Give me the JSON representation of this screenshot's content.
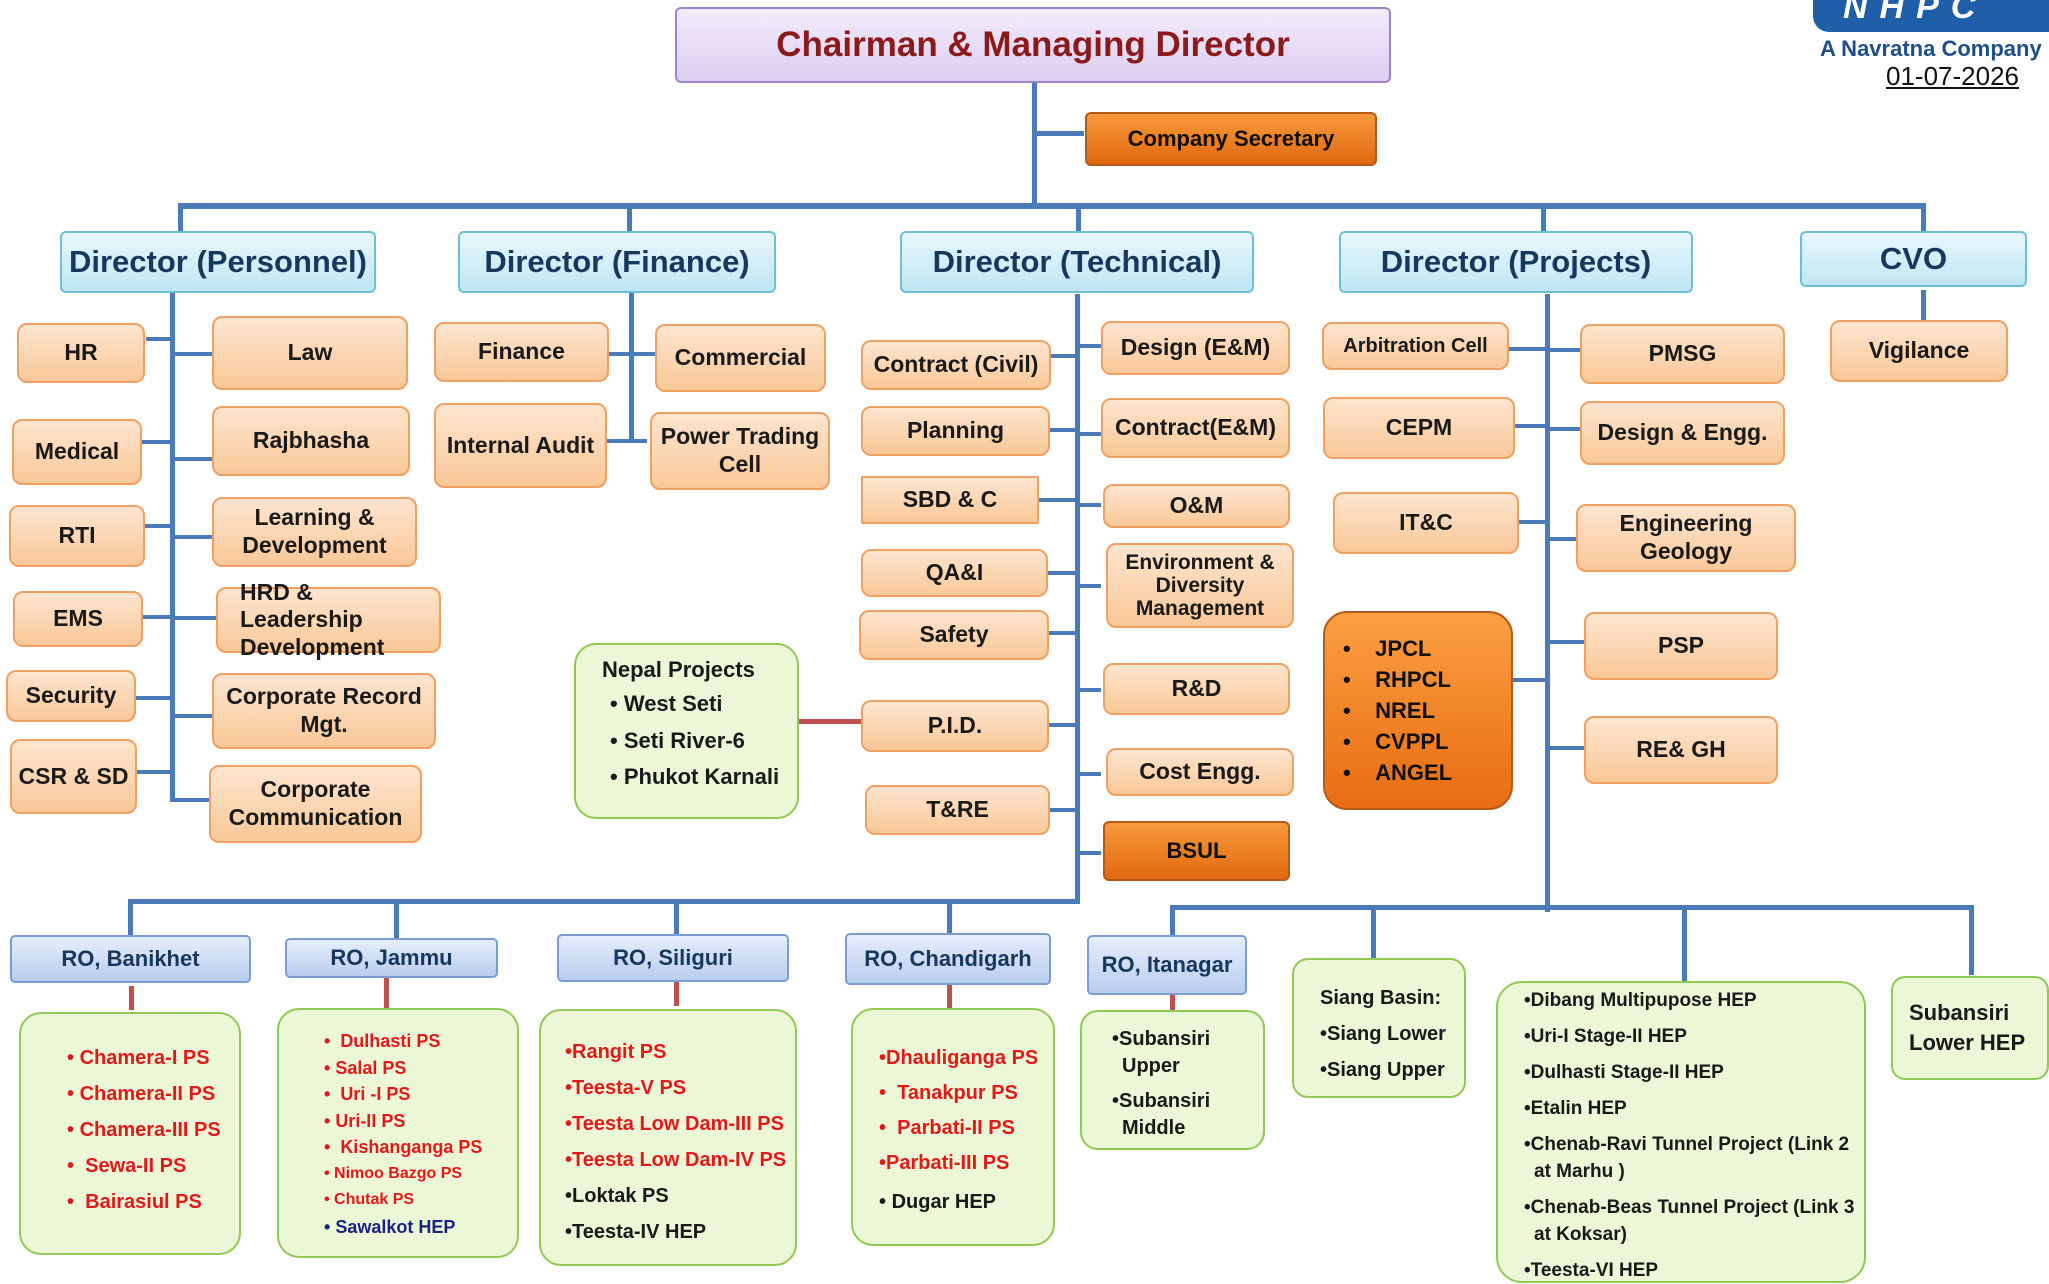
{
  "header": {
    "title": "Chairman & Managing Director",
    "tagline": "A Navratna Company",
    "date": "01-07-2026"
  },
  "company_secretary": "Company Secretary",
  "directors": {
    "personnel": "Director (Personnel)",
    "finance": "Director (Finance)",
    "technical": "Director (Technical)",
    "projects": "Director (Projects)",
    "cvo": "CVO"
  },
  "personnel": {
    "left": [
      "HR",
      "Medical",
      "RTI",
      "EMS",
      "Security",
      "CSR & SD"
    ],
    "right": [
      "Law",
      "Rajbhasha",
      "Learning & Development",
      "HRD & Leadership Development",
      "Corporate Record Mgt.",
      "Corporate Communication"
    ]
  },
  "finance": {
    "left": [
      "Finance",
      "Internal Audit"
    ],
    "right": [
      "Commercial",
      "Power Trading Cell"
    ]
  },
  "technical": {
    "left": [
      "Contract (Civil)",
      "Planning",
      "SBD & C",
      "QA&I",
      "Safety",
      "P.I.D.",
      "T&RE"
    ],
    "right": [
      "Design (E&M)",
      "Contract(E&M)",
      "O&M",
      "Environment & Diversity Management",
      "R&D",
      "Cost Engg.",
      "BSUL"
    ]
  },
  "nepal": {
    "title": "Nepal Projects",
    "items": [
      "West Seti",
      "Seti River-6",
      "Phukot Karnali"
    ]
  },
  "projects": {
    "left": [
      "Arbitration Cell",
      "CEPM",
      "IT&C"
    ],
    "jv": [
      "JPCL",
      "RHPCL",
      "NREL",
      "CVPPL",
      "ANGEL"
    ],
    "right": [
      "PMSG",
      "Design & Engg.",
      "Engineering Geology",
      "PSP",
      "RE& GH"
    ]
  },
  "cvo_items": [
    "Vigilance"
  ],
  "regional_offices": [
    {
      "name": "RO, Banikhet",
      "items": [
        {
          "text": "Chamera-I PS",
          "color": "#e01a1a"
        },
        {
          "text": "Chamera-II PS",
          "color": "#e01a1a"
        },
        {
          "text": "Chamera-III PS",
          "color": "#e01a1a"
        },
        {
          "text": "Sewa-II PS",
          "color": "#e01a1a"
        },
        {
          "text": "Bairasiul PS",
          "color": "#e01a1a"
        }
      ]
    },
    {
      "name": "RO, Jammu",
      "items": [
        {
          "text": "Dulhasti PS",
          "color": "#e01a1a"
        },
        {
          "text": "Salal PS",
          "color": "#e01a1a"
        },
        {
          "text": "Uri -I PS",
          "color": "#e01a1a"
        },
        {
          "text": "Uri-II PS",
          "color": "#e01a1a"
        },
        {
          "text": "Kishanganga PS",
          "color": "#e01a1a"
        },
        {
          "text": "Nimoo Bazgo PS",
          "color": "#e01a1a"
        },
        {
          "text": "Chutak PS",
          "color": "#e01a1a"
        },
        {
          "text": "Sawalkot HEP",
          "color": "#1a237e"
        }
      ]
    },
    {
      "name": "RO, Siliguri",
      "items": [
        {
          "text": "Rangit PS",
          "color": "#e01a1a"
        },
        {
          "text": "Teesta-V PS",
          "color": "#e01a1a"
        },
        {
          "text": "Teesta Low Dam-III PS",
          "color": "#e01a1a"
        },
        {
          "text": "Teesta Low Dam-IV PS",
          "color": "#e01a1a"
        },
        {
          "text": "Loktak PS",
          "color": "#1a1a1a"
        },
        {
          "text": "Teesta-IV HEP",
          "color": "#1a1a1a"
        }
      ]
    },
    {
      "name": "RO, Chandigarh",
      "items": [
        {
          "text": "Dhauliganga PS",
          "color": "#e01a1a"
        },
        {
          "text": "Tanakpur PS",
          "color": "#e01a1a"
        },
        {
          "text": "Parbati-II PS",
          "color": "#e01a1a"
        },
        {
          "text": "Parbati-III PS",
          "color": "#e01a1a"
        },
        {
          "text": "Dugar HEP",
          "color": "#1a1a1a"
        }
      ]
    },
    {
      "name": "RO, Itanagar",
      "items": [
        {
          "text": "Subansiri Upper",
          "color": "#1a1a1a"
        },
        {
          "text": "Subansiri Middle",
          "color": "#1a1a1a"
        }
      ]
    }
  ],
  "siang": {
    "title": "Siang Basin:",
    "items": [
      "Siang Lower",
      "Siang Upper"
    ]
  },
  "projects_list": [
    "Dibang Multipupose HEP",
    "Uri-I Stage-II HEP",
    "Dulhasti Stage-II HEP",
    "Etalin HEP",
    "Chenab-Ravi Tunnel Project (Link 2 at Marhu )",
    "Chenab-Beas Tunnel Project (Link 3 at Koksar)",
    "Teesta-VI HEP"
  ],
  "subansiri_lower": "Subansiri Lower HEP"
}
